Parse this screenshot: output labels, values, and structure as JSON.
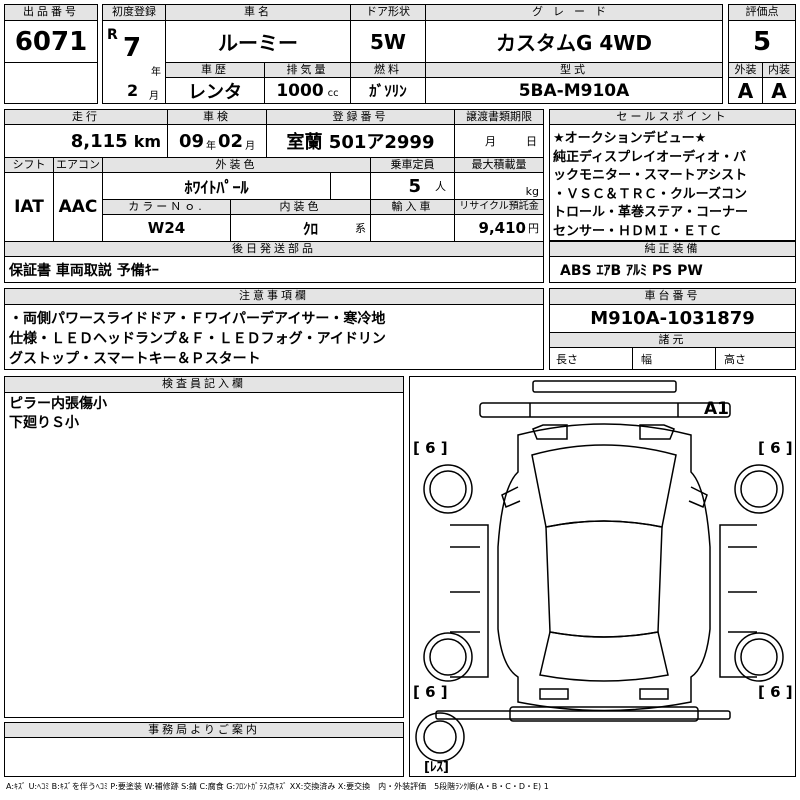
{
  "lot": {
    "label": "出品番号",
    "value": "6071"
  },
  "first_reg": {
    "label": "初度登録",
    "era": "R",
    "year": "7",
    "year_unit": "年",
    "month": "2",
    "month_unit": "月"
  },
  "car_name": {
    "label": "車名",
    "value": "ルーミー"
  },
  "door": {
    "label": "ドア形状",
    "value": "5W"
  },
  "grade": {
    "label": "グレード",
    "value": "カスタムG 4WD"
  },
  "score": {
    "label": "評価点",
    "value": "5"
  },
  "history": {
    "label": "車歴",
    "value": "レンタ"
  },
  "displacement": {
    "label": "排気量",
    "value": "1000",
    "unit": "cc"
  },
  "fuel": {
    "label": "燃料",
    "value": "ｶﾞｿﾘﾝ"
  },
  "model": {
    "label": "型式",
    "value": "5BA-M910A"
  },
  "exterior": {
    "label": "外装",
    "value": "A"
  },
  "interior": {
    "label": "内装",
    "value": "A"
  },
  "mileage": {
    "label": "走行",
    "value": "8,115",
    "unit": "km"
  },
  "inspection": {
    "label": "車検",
    "year": "09",
    "year_unit": "年",
    "month": "02",
    "month_unit": "月"
  },
  "plate": {
    "label": "登録番号",
    "value": "室蘭 501ア2999"
  },
  "transfer": {
    "label": "譲渡書類期限",
    "month_unit": "月",
    "day_unit": "日"
  },
  "selling_points": {
    "label": "セールスポイント",
    "text": "★オークションデビュー★\n純正ディスプレイオーディオ・バ\nックモニター・スマートアシスト\n・ＶＳＣ＆ＴＲＣ・クルーズコン\nトロール・革巻ステア・コーナー\nセンサー・ＨＤＭＩ・ＥＴＣ"
  },
  "shift": {
    "label": "シフト",
    "value": "IAT"
  },
  "aircon": {
    "label": "エアコン",
    "value": "AAC"
  },
  "color": {
    "label": "外装色",
    "value": "ﾎﾜｲﾄﾊﾟｰﾙ"
  },
  "capacity": {
    "label": "乗車定員",
    "value": "5",
    "unit": "人"
  },
  "max_load": {
    "label": "最大積載量",
    "unit": "kg"
  },
  "color_no": {
    "label": "カラーＮｏ.",
    "value": "W24"
  },
  "interior_color": {
    "label": "内装色",
    "value": "ｸﾛ",
    "unit": "系"
  },
  "import": {
    "label": "輸入車"
  },
  "recycle": {
    "label": "リサイクル預託金",
    "value": "9,410",
    "unit": "円"
  },
  "later_parts": {
    "label": "後日発送部品",
    "value": "保証書 車両取説 予備ｷｰ"
  },
  "factory_equip": {
    "label": "純正装備",
    "value": "ABS ｴｱB ｱﾙﾐ PS PW"
  },
  "notes": {
    "label": "注意事項欄",
    "text": "・両側パワースライドドア・Ｆワイパーデアイサー・寒冷地\n仕様・ＬＥＤヘッドランプ＆Ｆ・ＬＥＤフォグ・アイドリン\nグストップ・スマートキー＆Ｐスタート"
  },
  "chassis": {
    "label": "車台番号",
    "value": "M910A-1031879"
  },
  "specs": {
    "label": "諸元",
    "length": "長さ",
    "width": "幅",
    "height": "高さ"
  },
  "inspector": {
    "label": "検査員記入欄",
    "text": "ピラー内張傷小\n下廻りＳ小"
  },
  "office": {
    "label": "事務局よりご案内"
  },
  "diagram": {
    "mark_a1": "A1",
    "tire1": "[ 6 ]",
    "tire2": "[ 6 ]",
    "tire3": "[ 6 ]",
    "tire4": "[ 6 ]",
    "spare": "[ﾚｽ]"
  },
  "legend": {
    "text": "A:ｷｽﾞ U:ﾍｺﾐ B:ｷｽﾞを伴うﾍｺﾐ P:要塗装 W:補修跡 S:錆 C:腐食 G:ﾌﾛﾝﾄｶﾞﾗｽ点ｷｽﾞ XX:交換済み X:要交換　内・外装評価　5段階ﾗﾝｸ順(A・B・C・D・E) 1"
  }
}
